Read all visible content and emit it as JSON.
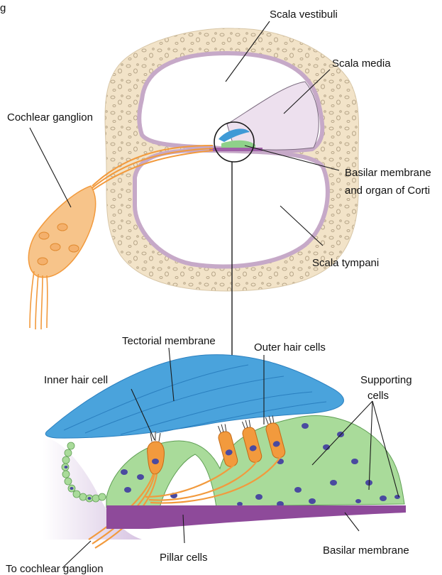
{
  "top_partial_text": "g",
  "labels": {
    "scala_vestibuli": "Scala vestibuli",
    "scala_media": "Scala media",
    "cochlear_ganglion": "Cochlear ganglion",
    "basilar_membrane_organ_1": "Basilar membrane",
    "basilar_membrane_organ_2": "and organ of Corti",
    "scala_tympani": "Scala tympani",
    "tectorial_membrane": "Tectorial membrane",
    "outer_hair_cells": "Outer hair cells",
    "inner_hair_cell": "Inner hair cell",
    "supporting_cells_1": "Supporting",
    "supporting_cells_2": "cells",
    "to_cochlear_ganglion": "To cochlear ganglion",
    "pillar_cells": "Pillar cells",
    "basilar_membrane": "Basilar membrane"
  },
  "colors": {
    "bone": "#f2e3c8",
    "bone_pore": "#b8a78a",
    "duct_fill": "#ffffff",
    "duct_border": "#c6a9c8",
    "scala_media_fill": "#e8daea",
    "tectorial": "#4aa3dc",
    "tectorial_dark": "#2a7fbf",
    "supporting": "#a9db9a",
    "supporting_dark": "#5f9e54",
    "hair_cell": "#f29a3d",
    "nucleus": "#4a4aa0",
    "basilar": "#8e4a9a",
    "nerve": "#f29a3d",
    "ganglion": "#f7c48a"
  }
}
